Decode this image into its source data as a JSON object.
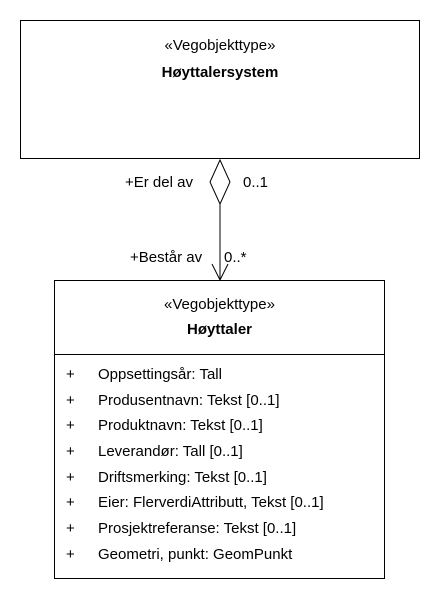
{
  "parent_class": {
    "stereotype": "«Vegobjekttype»",
    "name": "Høyttalersystem"
  },
  "child_class": {
    "stereotype": "«Vegobjekttype»",
    "name": "Høyttaler",
    "attributes": [
      {
        "visibility": "+",
        "text": "Oppsettingsår: Tall"
      },
      {
        "visibility": "+",
        "text": "Produsentnavn: Tekst [0..1]"
      },
      {
        "visibility": "+",
        "text": "Produktnavn: Tekst [0..1]"
      },
      {
        "visibility": "+",
        "text": "Leverandør: Tall [0..1]"
      },
      {
        "visibility": "+",
        "text": "Driftsmerking: Tekst [0..1]"
      },
      {
        "visibility": "+",
        "text": "Eier: FlerverdiAttributt, Tekst [0..1]"
      },
      {
        "visibility": "+",
        "text": "Prosjektreferanse: Tekst [0..1]"
      },
      {
        "visibility": "+",
        "text": "Geometri, punkt: GeomPunkt"
      }
    ]
  },
  "association": {
    "kind": "aggregation",
    "parent_role": "+Er del av",
    "parent_multiplicity": "0..1",
    "child_role": "+Består av",
    "child_multiplicity": "0..*"
  }
}
